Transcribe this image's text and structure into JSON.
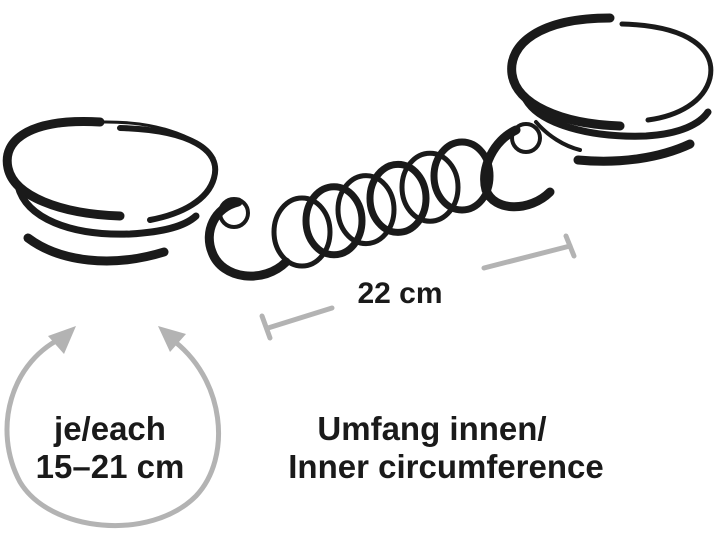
{
  "chain_length": {
    "label": "22 cm"
  },
  "cuff_size": {
    "line1": "je/each",
    "line2": "15–21 cm"
  },
  "measure_type": {
    "line1": "Umfang innen/",
    "line2": "Inner circumference"
  },
  "colors": {
    "ink": "#1a1a1a",
    "measure_gray": "#b3b3b3",
    "background": "#ffffff"
  },
  "chain_links": 6
}
